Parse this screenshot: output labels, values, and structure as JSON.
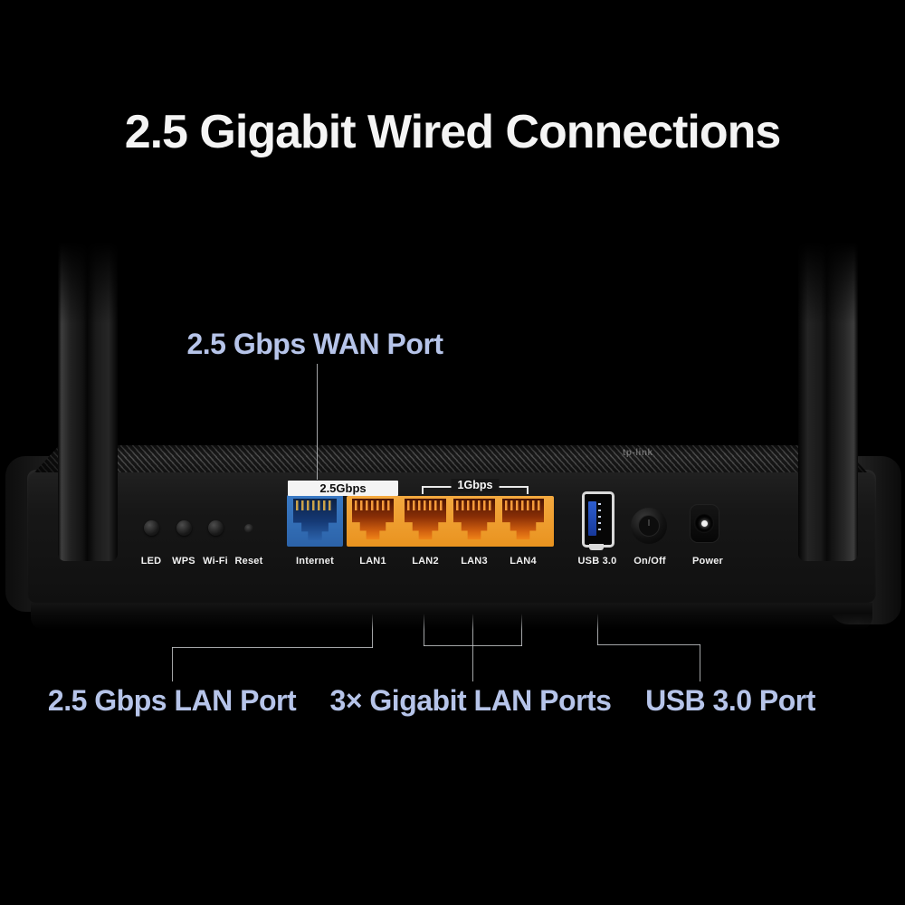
{
  "title": "2.5 Gigabit Wired Connections",
  "brand_logo": "tp-link",
  "callouts": {
    "wan_label": "2.5 Gbps WAN Port",
    "lan25_label": "2.5 Gbps LAN Port",
    "gigabit_label": "3× Gigabit LAN Ports",
    "usb_label": "USB 3.0 Port"
  },
  "rear_panel": {
    "wan_speed_tag": "2.5Gbps",
    "lan_speed_tag": "1Gbps",
    "control_labels": [
      "LED",
      "WPS",
      "Wi-Fi",
      "Reset"
    ],
    "port_labels": [
      "Internet",
      "LAN1",
      "LAN2",
      "LAN3",
      "LAN4"
    ],
    "usb_port_label": "USB 3.0",
    "power_switch_label": "On/Off",
    "power_jack_label": "Power"
  },
  "colors": {
    "background": "#000000",
    "title_text": "#f4f4f4",
    "callout_text": "#b6c4e9",
    "wan_port_blue": "#2f6fb5",
    "lan_port_orange": "#f09a2e",
    "usb_tongue_blue": "#2b57c6",
    "speed_tag_bg": "#f4f4f4"
  }
}
